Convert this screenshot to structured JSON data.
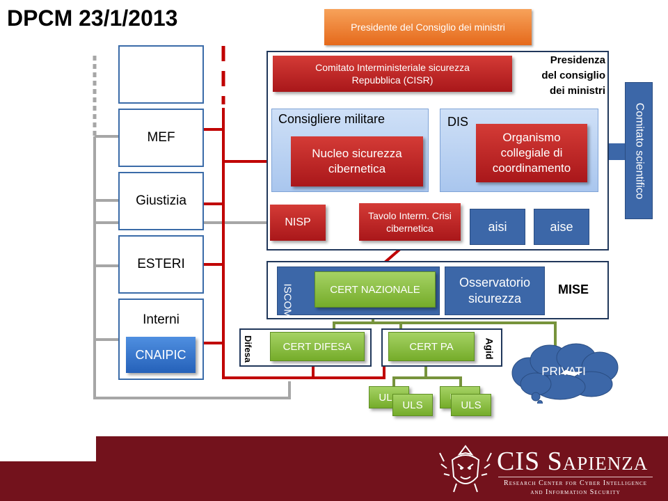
{
  "title": "DPCM 23/1/2013",
  "presidente": "Presidente del Consiglio dei ministri",
  "presidenza_label": [
    "Presidenza",
    "del  consiglio",
    "dei ministri"
  ],
  "cisr": "Comitato Interministeriale sicurezza Repubblica (CISR)",
  "consigliere_militare": "Consigliere militare",
  "nucleo": "Nucleo sicurezza cibernetica",
  "dis": "DIS",
  "organismo": "Organismo collegiale di coordinamento",
  "comitato_scientifico": "Comitato scientifico",
  "nisp": "NISP",
  "tavolo": "Tavolo Interm. Crisi cibernetica",
  "aisi": "aisi",
  "aise": "aise",
  "iscom": "ISCOM",
  "cert_nazionale": "CERT NAZIONALE",
  "osservatorio": "Osservatorio sicurezza",
  "mise": "MISE",
  "difesa": "Difesa",
  "cert_difesa": "CERT DIFESA",
  "agid": "Agid",
  "cert_pa": "CERT PA",
  "privati": "PRIVATI",
  "uls": [
    "ULS",
    "ULS",
    "ULS",
    "ULS"
  ],
  "ministries": [
    "MEF",
    "Giustizia",
    "ESTERI",
    "Interni"
  ],
  "cnaipic": "CNAIPIC",
  "footer": {
    "brand": "CIS Sapienza",
    "subtitle_line1": "Research Center for Cyber Intelligence",
    "subtitle_line2": "and Information Security"
  },
  "colors": {
    "red_box": "#b52025",
    "red_line": "#c00000",
    "green_box": "#8bc34a",
    "green_line": "#77933c",
    "dark_blue": "#3c67a8",
    "frame": "#20375a",
    "footer_bg": "#73121c",
    "orange": "#ec7a2e"
  }
}
